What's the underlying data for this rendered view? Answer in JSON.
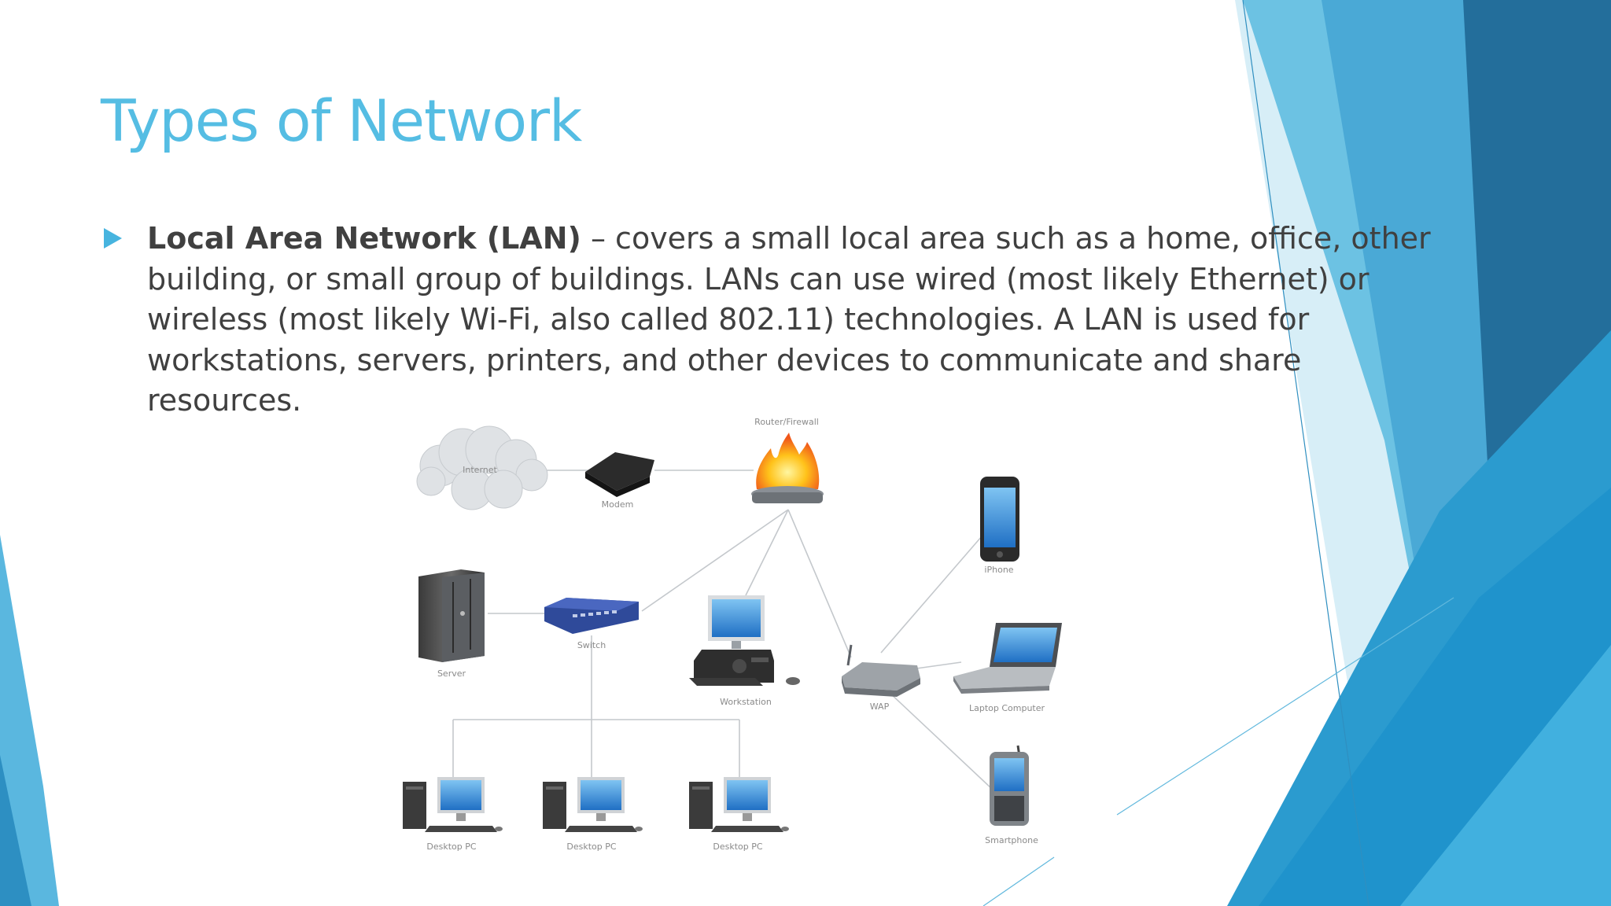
{
  "slide": {
    "title": "Types of Network",
    "bullet": {
      "term": "Local Area Network (LAN)",
      "line1_rest": " – covers a small local area such as a home, office, other",
      "line2": "building, or small group of buildings. LANs can use wired (most likely Ethernet) or",
      "line3": "wireless (most likely Wi-Fi, also called 802.11) technologies. A LAN is used for",
      "line4": "workstations, servers, printers, and other devices to communicate and share",
      "line5": "resources."
    }
  },
  "theme": {
    "title_color": "#55bde3",
    "body_text_color": "#404040",
    "accent_light": "#7fcbe8",
    "accent_mid": "#2fa1d2",
    "accent_dark": "#236e9b"
  },
  "diagram": {
    "labels": {
      "internet": "Internet",
      "modem": "Modem",
      "router": "Router/Firewall",
      "server": "Server",
      "switch": "Switch",
      "workstation": "Workstation",
      "wap": "WAP",
      "iphone": "iPhone",
      "laptop": "Laptop Computer",
      "smartphone": "Smartphone",
      "desktop1": "Desktop PC",
      "desktop2": "Desktop PC",
      "desktop3": "Desktop PC"
    }
  }
}
